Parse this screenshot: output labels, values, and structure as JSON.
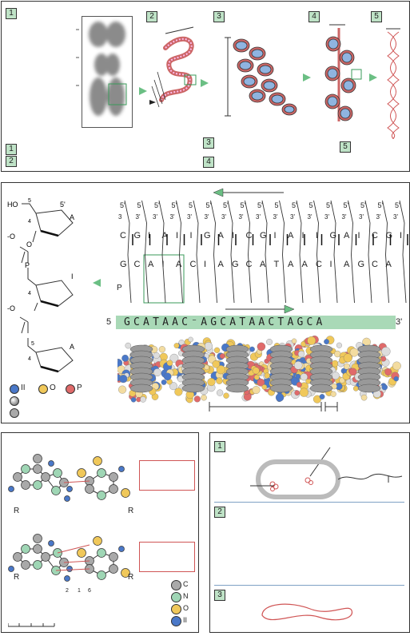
{
  "panel_a": {
    "step_tags": [
      "1",
      "2",
      "3",
      "4",
      "5"
    ],
    "legend_tags": [
      "1",
      "2"
    ],
    "bottom_tags": [
      "3",
      "4",
      "5"
    ]
  },
  "panel_b": {
    "sugar_labels": {
      "ho": "HO",
      "c5": "5",
      "prime5": "5'",
      "a": "A",
      "c4": "4",
      "o1": "O",
      "p": "P",
      "i": "I",
      "c4b": "4",
      "minus_o": "-O",
      "a2": "A",
      "c5b": "5",
      "minus_o2": "-O",
      "c4c": "4"
    },
    "top_row_primes": [
      "5'",
      "5",
      "5'",
      "5'",
      "5",
      "5'",
      "5'",
      "5'",
      "5'",
      "5",
      "5'",
      "5",
      "5'",
      "5'",
      "5'",
      "5'",
      "5'"
    ],
    "prime3_row": [
      "3",
      "3'",
      "3'",
      "3'",
      "3'",
      "3'",
      "3'",
      "3'",
      "3'",
      "3'",
      "3'",
      "3'",
      "3'",
      "3'",
      "3'",
      "3'",
      "3'"
    ],
    "upper_bases": [
      "C",
      "G",
      "I",
      "A",
      "I",
      "I",
      "G",
      "A",
      "I",
      "C",
      "G",
      "I",
      "A",
      "I",
      "I",
      "G",
      "A",
      "I",
      "C",
      "G",
      "I"
    ],
    "lower_bases": [
      "G",
      "C",
      "A",
      "I",
      "A",
      "C",
      "I",
      "A",
      "G",
      "C",
      "A",
      "T",
      "A",
      "A",
      "C",
      "I",
      "A",
      "G",
      "C",
      "A"
    ],
    "sequence": {
      "start": "5",
      "letters": "GCATAAC⁻AGCATAACTAGCA",
      "end": "3'"
    },
    "left_p": "P",
    "legend": [
      {
        "label": "II",
        "color": "#4a78c8"
      },
      {
        "label": "O",
        "color": "#f0c85a"
      },
      {
        "label": "P",
        "color": "#e06a6a"
      }
    ]
  },
  "panel_c": {
    "r_labels": [
      "R",
      "R",
      "R",
      "R"
    ],
    "numbers": [
      "2",
      "1",
      "6"
    ],
    "legend": [
      {
        "label": "C",
        "color": "#a9a9a9"
      },
      {
        "label": "N",
        "color": "#9fd6b5"
      },
      {
        "label": "O",
        "color": "#f0c85a"
      },
      {
        "label": "II",
        "color": "#4a78c8"
      }
    ]
  },
  "panel_d": {
    "tags": [
      "1",
      "2",
      "3"
    ]
  }
}
